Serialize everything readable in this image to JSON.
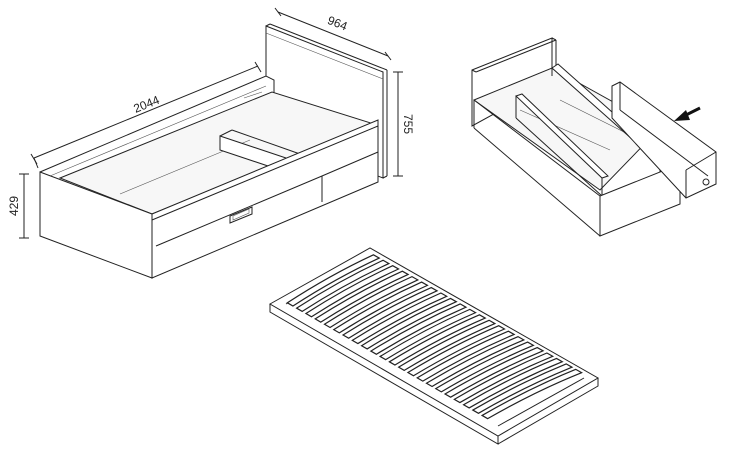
{
  "dimensions": {
    "length": "2044",
    "width": "964",
    "height": "755",
    "base_height": "429"
  },
  "slat_count": 22
}
